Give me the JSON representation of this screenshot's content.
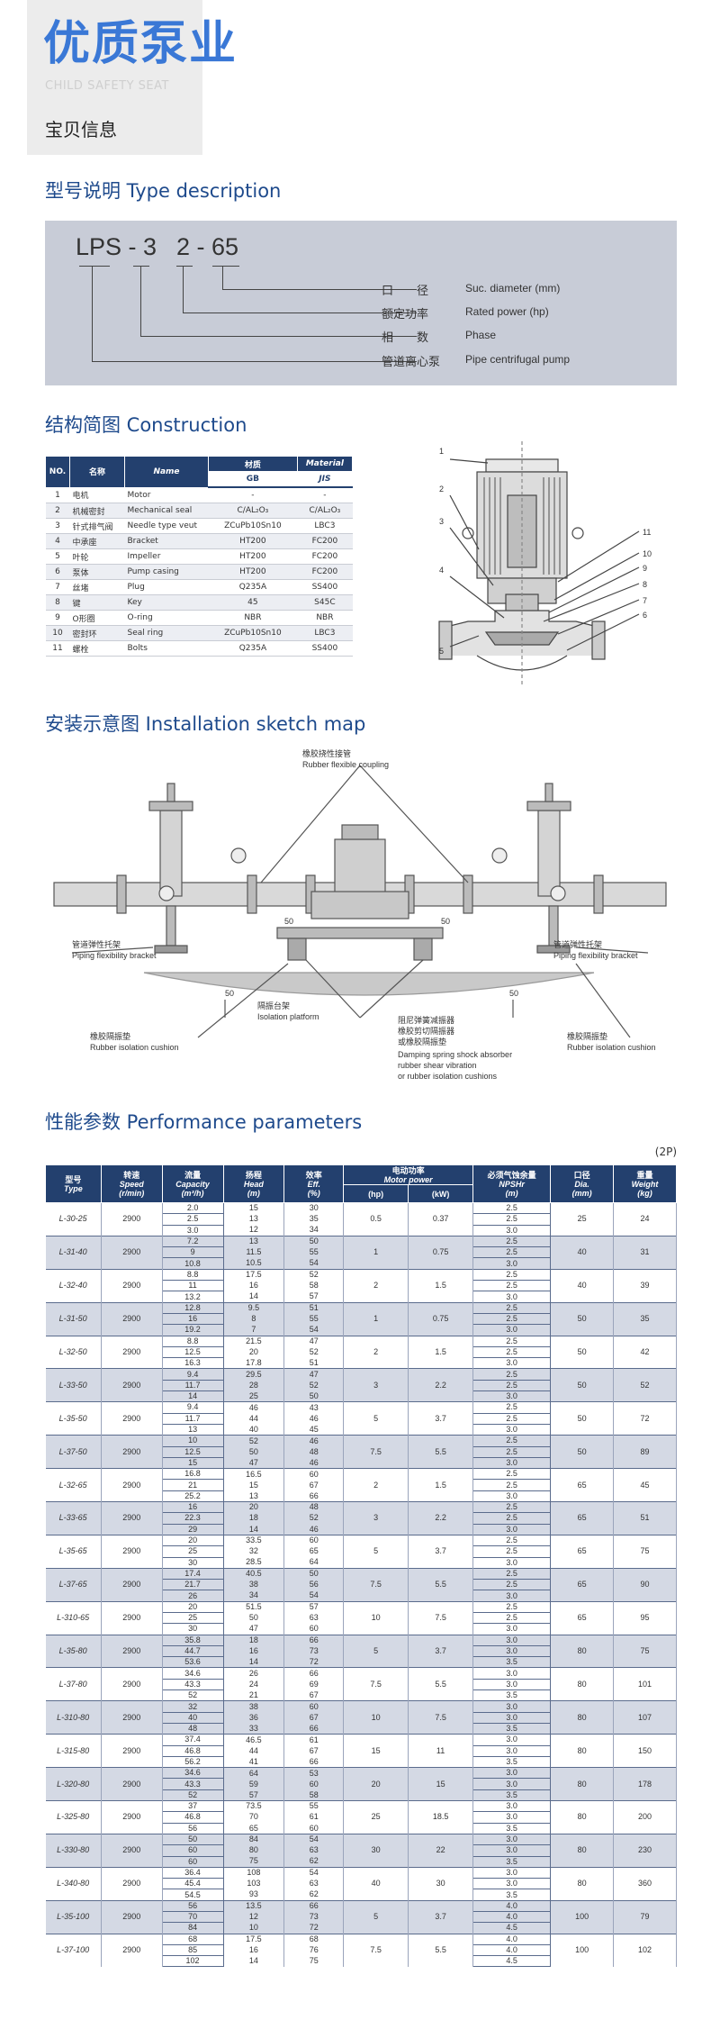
{
  "header": {
    "title": "优质泵业",
    "subtitle": "CHILD SAFETY SEAT",
    "info": "宝贝信息"
  },
  "sections": {
    "type_description": "型号说明 Type description",
    "construction": "结构简图 Construction",
    "installation": "安装示意图 Installation sketch map",
    "performance": "性能参数 Performance parameters"
  },
  "type_desc": {
    "model_a": "LPS - 3",
    "model_b": "2 - 65",
    "rows": [
      {
        "cn": "口　　径",
        "en": "Suc. diameter (mm)"
      },
      {
        "cn": "额定功率",
        "en": "Rated power (hp)"
      },
      {
        "cn": "相　　数",
        "en": "Phase"
      },
      {
        "cn": "管道离心泵",
        "en": "Pipe centrifugal pump"
      }
    ]
  },
  "construction_table": {
    "headers": {
      "no": "NO.",
      "name_cn": "名称",
      "name_en": "Name",
      "mat_cn": "材质",
      "mat_en": "Material",
      "gb": "GB",
      "jis": "JIS"
    },
    "rows": [
      [
        "1",
        "电机",
        "Motor",
        "-",
        "-"
      ],
      [
        "2",
        "机械密封",
        "Mechanical seal",
        "C/AL₂O₃",
        "C/AL₂O₃"
      ],
      [
        "3",
        "针式排气阀",
        "Needle type veut",
        "ZCuPb10Sn10",
        "LBC3"
      ],
      [
        "4",
        "中承座",
        "Bracket",
        "HT200",
        "FC200"
      ],
      [
        "5",
        "叶轮",
        "Impeller",
        "HT200",
        "FC200"
      ],
      [
        "6",
        "泵体",
        "Pump casing",
        "HT200",
        "FC200"
      ],
      [
        "7",
        "丝堵",
        "Plug",
        "Q235A",
        "SS400"
      ],
      [
        "8",
        "键",
        "Key",
        "45",
        "S45C"
      ],
      [
        "9",
        "O形圈",
        "O-ring",
        "NBR",
        "NBR"
      ],
      [
        "10",
        "密封环",
        "Seal ring",
        "ZCuPb10Sn10",
        "LBC3"
      ],
      [
        "11",
        "螺栓",
        "Bolts",
        "Q235A",
        "SS400"
      ]
    ]
  },
  "construction_callouts": [
    "1",
    "2",
    "3",
    "4",
    "5",
    "11",
    "10",
    "9",
    "8",
    "7",
    "6"
  ],
  "installation": {
    "coupling_cn": "橡胶挠性接管",
    "coupling_en": "Rubber flexible coupling",
    "bracket_cn": "管道弹性托架",
    "bracket_en": "Piping flexibility bracket",
    "platform_cn": "隔振台架",
    "platform_en": "Isolation platform",
    "cushion_cn": "橡胶隔振垫",
    "cushion_en": "Rubber isolation cushion",
    "damper_cn1": "阻尼弹簧减振器",
    "damper_cn2": "橡胶剪切隔振器",
    "damper_cn3": "或橡胶隔振垫",
    "damper_en1": "Damping spring shock absorber",
    "damper_en2": "rubber shear vibration",
    "damper_en3": "or rubber isolation cushions",
    "dim": "50"
  },
  "performance": {
    "note": "(2P)",
    "headers": {
      "type_cn": "型号",
      "type_en": "Type",
      "speed_cn": "转速",
      "speed_en": "Speed",
      "speed_u": "(r/min)",
      "cap_cn": "流量",
      "cap_en": "Capacity",
      "cap_u": "(m³/h)",
      "head_cn": "扬程",
      "head_en": "Head",
      "head_u": "(m)",
      "eff_cn": "效率",
      "eff_en": "Eff.",
      "eff_u": "(%)",
      "pow_cn": "电动功率",
      "pow_en": "Motor power",
      "pow_hp": "(hp)",
      "pow_kw": "(kW)",
      "npsh_cn": "必须气蚀余量",
      "npsh_en": "NPSHr",
      "npsh_u": "(m)",
      "dia_cn": "口径",
      "dia_en": "Dia.",
      "dia_u": "(mm)",
      "wt_cn": "重量",
      "wt_en": "Weight",
      "wt_u": "(kg)"
    },
    "groups": [
      {
        "type": "L-30-25",
        "speed": "2900",
        "cap": [
          "2.0",
          "2.5",
          "3.0"
        ],
        "head": [
          "15",
          "13",
          "12"
        ],
        "eff": [
          "30",
          "35",
          "34"
        ],
        "hp": "0.5",
        "kw": "0.37",
        "npsh": [
          "2.5",
          "2.5",
          "3.0"
        ],
        "dia": "25",
        "wt": "24"
      },
      {
        "type": "L-31-40",
        "speed": "2900",
        "cap": [
          "7.2",
          "9",
          "10.8"
        ],
        "head": [
          "13",
          "11.5",
          "10.5"
        ],
        "eff": [
          "50",
          "55",
          "54"
        ],
        "hp": "1",
        "kw": "0.75",
        "npsh": [
          "2.5",
          "2.5",
          "3.0"
        ],
        "dia": "40",
        "wt": "31"
      },
      {
        "type": "L-32-40",
        "speed": "2900",
        "cap": [
          "8.8",
          "11",
          "13.2"
        ],
        "head": [
          "17.5",
          "16",
          "14"
        ],
        "eff": [
          "52",
          "58",
          "57"
        ],
        "hp": "2",
        "kw": "1.5",
        "npsh": [
          "2.5",
          "2.5",
          "3.0"
        ],
        "dia": "40",
        "wt": "39"
      },
      {
        "type": "L-31-50",
        "speed": "2900",
        "cap": [
          "12.8",
          "16",
          "19.2"
        ],
        "head": [
          "9.5",
          "8",
          "7"
        ],
        "eff": [
          "51",
          "55",
          "54"
        ],
        "hp": "1",
        "kw": "0.75",
        "npsh": [
          "2.5",
          "2.5",
          "3.0"
        ],
        "dia": "50",
        "wt": "35"
      },
      {
        "type": "L-32-50",
        "speed": "2900",
        "cap": [
          "8.8",
          "12.5",
          "16.3"
        ],
        "head": [
          "21.5",
          "20",
          "17.8"
        ],
        "eff": [
          "47",
          "52",
          "51"
        ],
        "hp": "2",
        "kw": "1.5",
        "npsh": [
          "2.5",
          "2.5",
          "3.0"
        ],
        "dia": "50",
        "wt": "42"
      },
      {
        "type": "L-33-50",
        "speed": "2900",
        "cap": [
          "9.4",
          "11.7",
          "14"
        ],
        "head": [
          "29.5",
          "28",
          "25"
        ],
        "eff": [
          "47",
          "52",
          "50"
        ],
        "hp": "3",
        "kw": "2.2",
        "npsh": [
          "2.5",
          "2.5",
          "3.0"
        ],
        "dia": "50",
        "wt": "52"
      },
      {
        "type": "L-35-50",
        "speed": "2900",
        "cap": [
          "9.4",
          "11.7",
          "13"
        ],
        "head": [
          "46",
          "44",
          "40"
        ],
        "eff": [
          "43",
          "46",
          "45"
        ],
        "hp": "5",
        "kw": "3.7",
        "npsh": [
          "2.5",
          "2.5",
          "3.0"
        ],
        "dia": "50",
        "wt": "72"
      },
      {
        "type": "L-37-50",
        "speed": "2900",
        "cap": [
          "10",
          "12.5",
          "15"
        ],
        "head": [
          "52",
          "50",
          "47"
        ],
        "eff": [
          "46",
          "48",
          "46"
        ],
        "hp": "7.5",
        "kw": "5.5",
        "npsh": [
          "2.5",
          "2.5",
          "3.0"
        ],
        "dia": "50",
        "wt": "89"
      },
      {
        "type": "L-32-65",
        "speed": "2900",
        "cap": [
          "16.8",
          "21",
          "25.2"
        ],
        "head": [
          "16.5",
          "15",
          "13"
        ],
        "eff": [
          "60",
          "67",
          "66"
        ],
        "hp": "2",
        "kw": "1.5",
        "npsh": [
          "2.5",
          "2.5",
          "3.0"
        ],
        "dia": "65",
        "wt": "45"
      },
      {
        "type": "L-33-65",
        "speed": "2900",
        "cap": [
          "16",
          "22.3",
          "29"
        ],
        "head": [
          "20",
          "18",
          "14"
        ],
        "eff": [
          "48",
          "52",
          "46"
        ],
        "hp": "3",
        "kw": "2.2",
        "npsh": [
          "2.5",
          "2.5",
          "3.0"
        ],
        "dia": "65",
        "wt": "51"
      },
      {
        "type": "L-35-65",
        "speed": "2900",
        "cap": [
          "20",
          "25",
          "30"
        ],
        "head": [
          "33.5",
          "32",
          "28.5"
        ],
        "eff": [
          "60",
          "65",
          "64"
        ],
        "hp": "5",
        "kw": "3.7",
        "npsh": [
          "2.5",
          "2.5",
          "3.0"
        ],
        "dia": "65",
        "wt": "75"
      },
      {
        "type": "L-37-65",
        "speed": "2900",
        "cap": [
          "17.4",
          "21.7",
          "26"
        ],
        "head": [
          "40.5",
          "38",
          "34"
        ],
        "eff": [
          "50",
          "56",
          "54"
        ],
        "hp": "7.5",
        "kw": "5.5",
        "npsh": [
          "2.5",
          "2.5",
          "3.0"
        ],
        "dia": "65",
        "wt": "90"
      },
      {
        "type": "L-310-65",
        "speed": "2900",
        "cap": [
          "20",
          "25",
          "30"
        ],
        "head": [
          "51.5",
          "50",
          "47"
        ],
        "eff": [
          "57",
          "63",
          "60"
        ],
        "hp": "10",
        "kw": "7.5",
        "npsh": [
          "2.5",
          "2.5",
          "3.0"
        ],
        "dia": "65",
        "wt": "95"
      },
      {
        "type": "L-35-80",
        "speed": "2900",
        "cap": [
          "35.8",
          "44.7",
          "53.6"
        ],
        "head": [
          "18",
          "16",
          "14"
        ],
        "eff": [
          "66",
          "73",
          "72"
        ],
        "hp": "5",
        "kw": "3.7",
        "npsh": [
          "3.0",
          "3.0",
          "3.5"
        ],
        "dia": "80",
        "wt": "75"
      },
      {
        "type": "L-37-80",
        "speed": "2900",
        "cap": [
          "34.6",
          "43.3",
          "52"
        ],
        "head": [
          "26",
          "24",
          "21"
        ],
        "eff": [
          "66",
          "69",
          "67"
        ],
        "hp": "7.5",
        "kw": "5.5",
        "npsh": [
          "3.0",
          "3.0",
          "3.5"
        ],
        "dia": "80",
        "wt": "101"
      },
      {
        "type": "L-310-80",
        "speed": "2900",
        "cap": [
          "32",
          "40",
          "48"
        ],
        "head": [
          "38",
          "36",
          "33"
        ],
        "eff": [
          "60",
          "67",
          "66"
        ],
        "hp": "10",
        "kw": "7.5",
        "npsh": [
          "3.0",
          "3.0",
          "3.5"
        ],
        "dia": "80",
        "wt": "107"
      },
      {
        "type": "L-315-80",
        "speed": "2900",
        "cap": [
          "37.4",
          "46.8",
          "56.2"
        ],
        "head": [
          "46.5",
          "44",
          "41"
        ],
        "eff": [
          "61",
          "67",
          "66"
        ],
        "hp": "15",
        "kw": "11",
        "npsh": [
          "3.0",
          "3.0",
          "3.5"
        ],
        "dia": "80",
        "wt": "150"
      },
      {
        "type": "L-320-80",
        "speed": "2900",
        "cap": [
          "34.6",
          "43.3",
          "52"
        ],
        "head": [
          "64",
          "59",
          "57"
        ],
        "eff": [
          "53",
          "60",
          "58"
        ],
        "hp": "20",
        "kw": "15",
        "npsh": [
          "3.0",
          "3.0",
          "3.5"
        ],
        "dia": "80",
        "wt": "178"
      },
      {
        "type": "L-325-80",
        "speed": "2900",
        "cap": [
          "37",
          "46.8",
          "56"
        ],
        "head": [
          "73.5",
          "70",
          "65"
        ],
        "eff": [
          "55",
          "61",
          "60"
        ],
        "hp": "25",
        "kw": "18.5",
        "npsh": [
          "3.0",
          "3.0",
          "3.5"
        ],
        "dia": "80",
        "wt": "200"
      },
      {
        "type": "L-330-80",
        "speed": "2900",
        "cap": [
          "50",
          "60",
          "60"
        ],
        "head": [
          "84",
          "80",
          "75"
        ],
        "eff": [
          "54",
          "63",
          "62"
        ],
        "hp": "30",
        "kw": "22",
        "npsh": [
          "3.0",
          "3.0",
          "3.5"
        ],
        "dia": "80",
        "wt": "230"
      },
      {
        "type": "L-340-80",
        "speed": "2900",
        "cap": [
          "36.4",
          "45.4",
          "54.5"
        ],
        "head": [
          "108",
          "103",
          "93"
        ],
        "eff": [
          "54",
          "63",
          "62"
        ],
        "hp": "40",
        "kw": "30",
        "npsh": [
          "3.0",
          "3.0",
          "3.5"
        ],
        "dia": "80",
        "wt": "360"
      },
      {
        "type": "L-35-100",
        "speed": "2900",
        "cap": [
          "56",
          "70",
          "84"
        ],
        "head": [
          "13.5",
          "12",
          "10"
        ],
        "eff": [
          "66",
          "73",
          "72"
        ],
        "hp": "5",
        "kw": "3.7",
        "npsh": [
          "4.0",
          "4.0",
          "4.5"
        ],
        "dia": "100",
        "wt": "79"
      },
      {
        "type": "L-37-100",
        "speed": "2900",
        "cap": [
          "68",
          "85",
          "102"
        ],
        "head": [
          "17.5",
          "16",
          "14"
        ],
        "eff": [
          "68",
          "76",
          "75"
        ],
        "hp": "7.5",
        "kw": "5.5",
        "npsh": [
          "4.0",
          "4.0",
          "4.5"
        ],
        "dia": "100",
        "wt": "102"
      }
    ]
  }
}
